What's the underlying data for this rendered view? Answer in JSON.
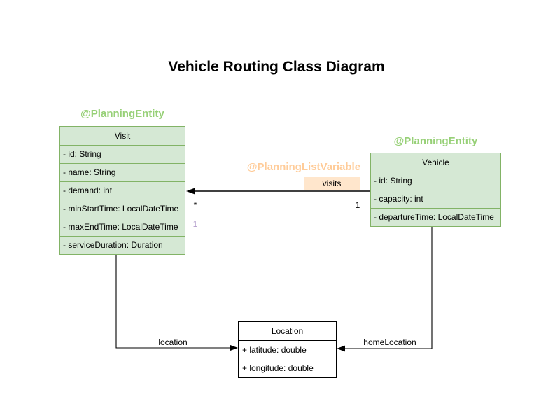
{
  "title": "Vehicle Routing Class Diagram",
  "colors": {
    "class_fill": "#d5e8d4",
    "class_border": "#82b366",
    "entity_annotation_text": "#97d077",
    "list_variable_annotation_text": "#ffcc99",
    "visits_label_bg": "#ffe6cc",
    "shadow_multiplicity_text": "#b39dcb",
    "plain_class_border": "#000000"
  },
  "annotations": {
    "visit_entity": "@PlanningEntity",
    "vehicle_entity": "@PlanningEntity",
    "list_variable": "@PlanningListVariable"
  },
  "classes": {
    "visit": {
      "name": "Visit",
      "attributes": [
        "- id: String",
        "- name: String",
        "- demand: int",
        "- minStartTime: LocalDateTime",
        "- maxEndTime: LocalDateTime",
        "- serviceDuration: Duration"
      ]
    },
    "vehicle": {
      "name": "Vehicle",
      "attributes": [
        "- id: String",
        "- capacity: int",
        "- departureTime: LocalDateTime"
      ]
    },
    "location": {
      "name": "Location",
      "attributes": [
        "+ latitude: double",
        "+ longitude: double"
      ]
    }
  },
  "edges": {
    "visits": {
      "label": "visits",
      "target_multiplicity": "*",
      "source_multiplicity": "1",
      "shadow_multiplicity": "1"
    },
    "location": {
      "label": "location"
    },
    "home_location": {
      "label": "homeLocation"
    }
  }
}
